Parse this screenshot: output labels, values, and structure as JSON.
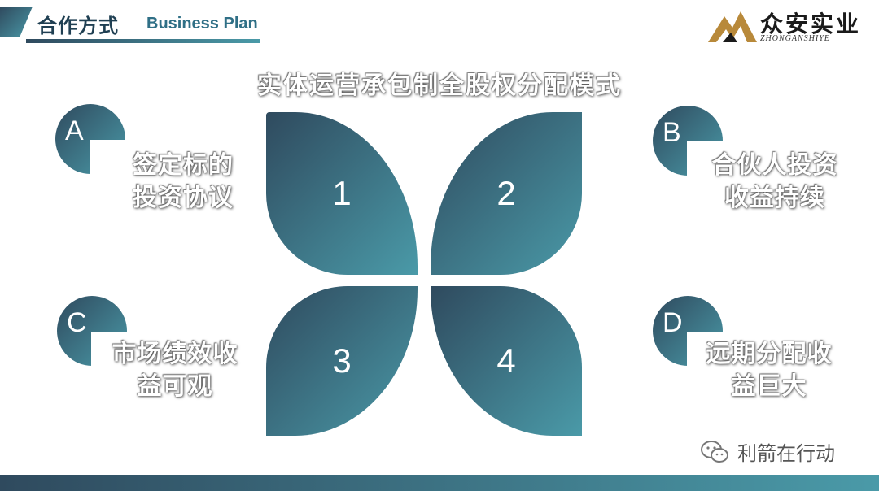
{
  "header": {
    "title_cn": "合作方式",
    "title_en": "Business Plan"
  },
  "logo": {
    "name_cn": "众安实业",
    "name_en": "ZHONGANSHIYE"
  },
  "main_title": "实体运营承包制全股权分配模式",
  "petals": [
    {
      "number": "1"
    },
    {
      "number": "2"
    },
    {
      "number": "3"
    },
    {
      "number": "4"
    }
  ],
  "items": [
    {
      "letter": "A",
      "line1": "签定标的",
      "line2": "投资协议"
    },
    {
      "letter": "B",
      "line1": "合伙人投资",
      "line2": "收益持续"
    },
    {
      "letter": "C",
      "line1": "市场绩效收",
      "line2": "益可观"
    },
    {
      "letter": "D",
      "line1": "远期分配收",
      "line2": "益巨大"
    }
  ],
  "watermark": {
    "text": "利箭在行动",
    "icon": "wechat-icon"
  },
  "colors": {
    "dark": "#2f4a5e",
    "teal": "#4a9aa8"
  }
}
